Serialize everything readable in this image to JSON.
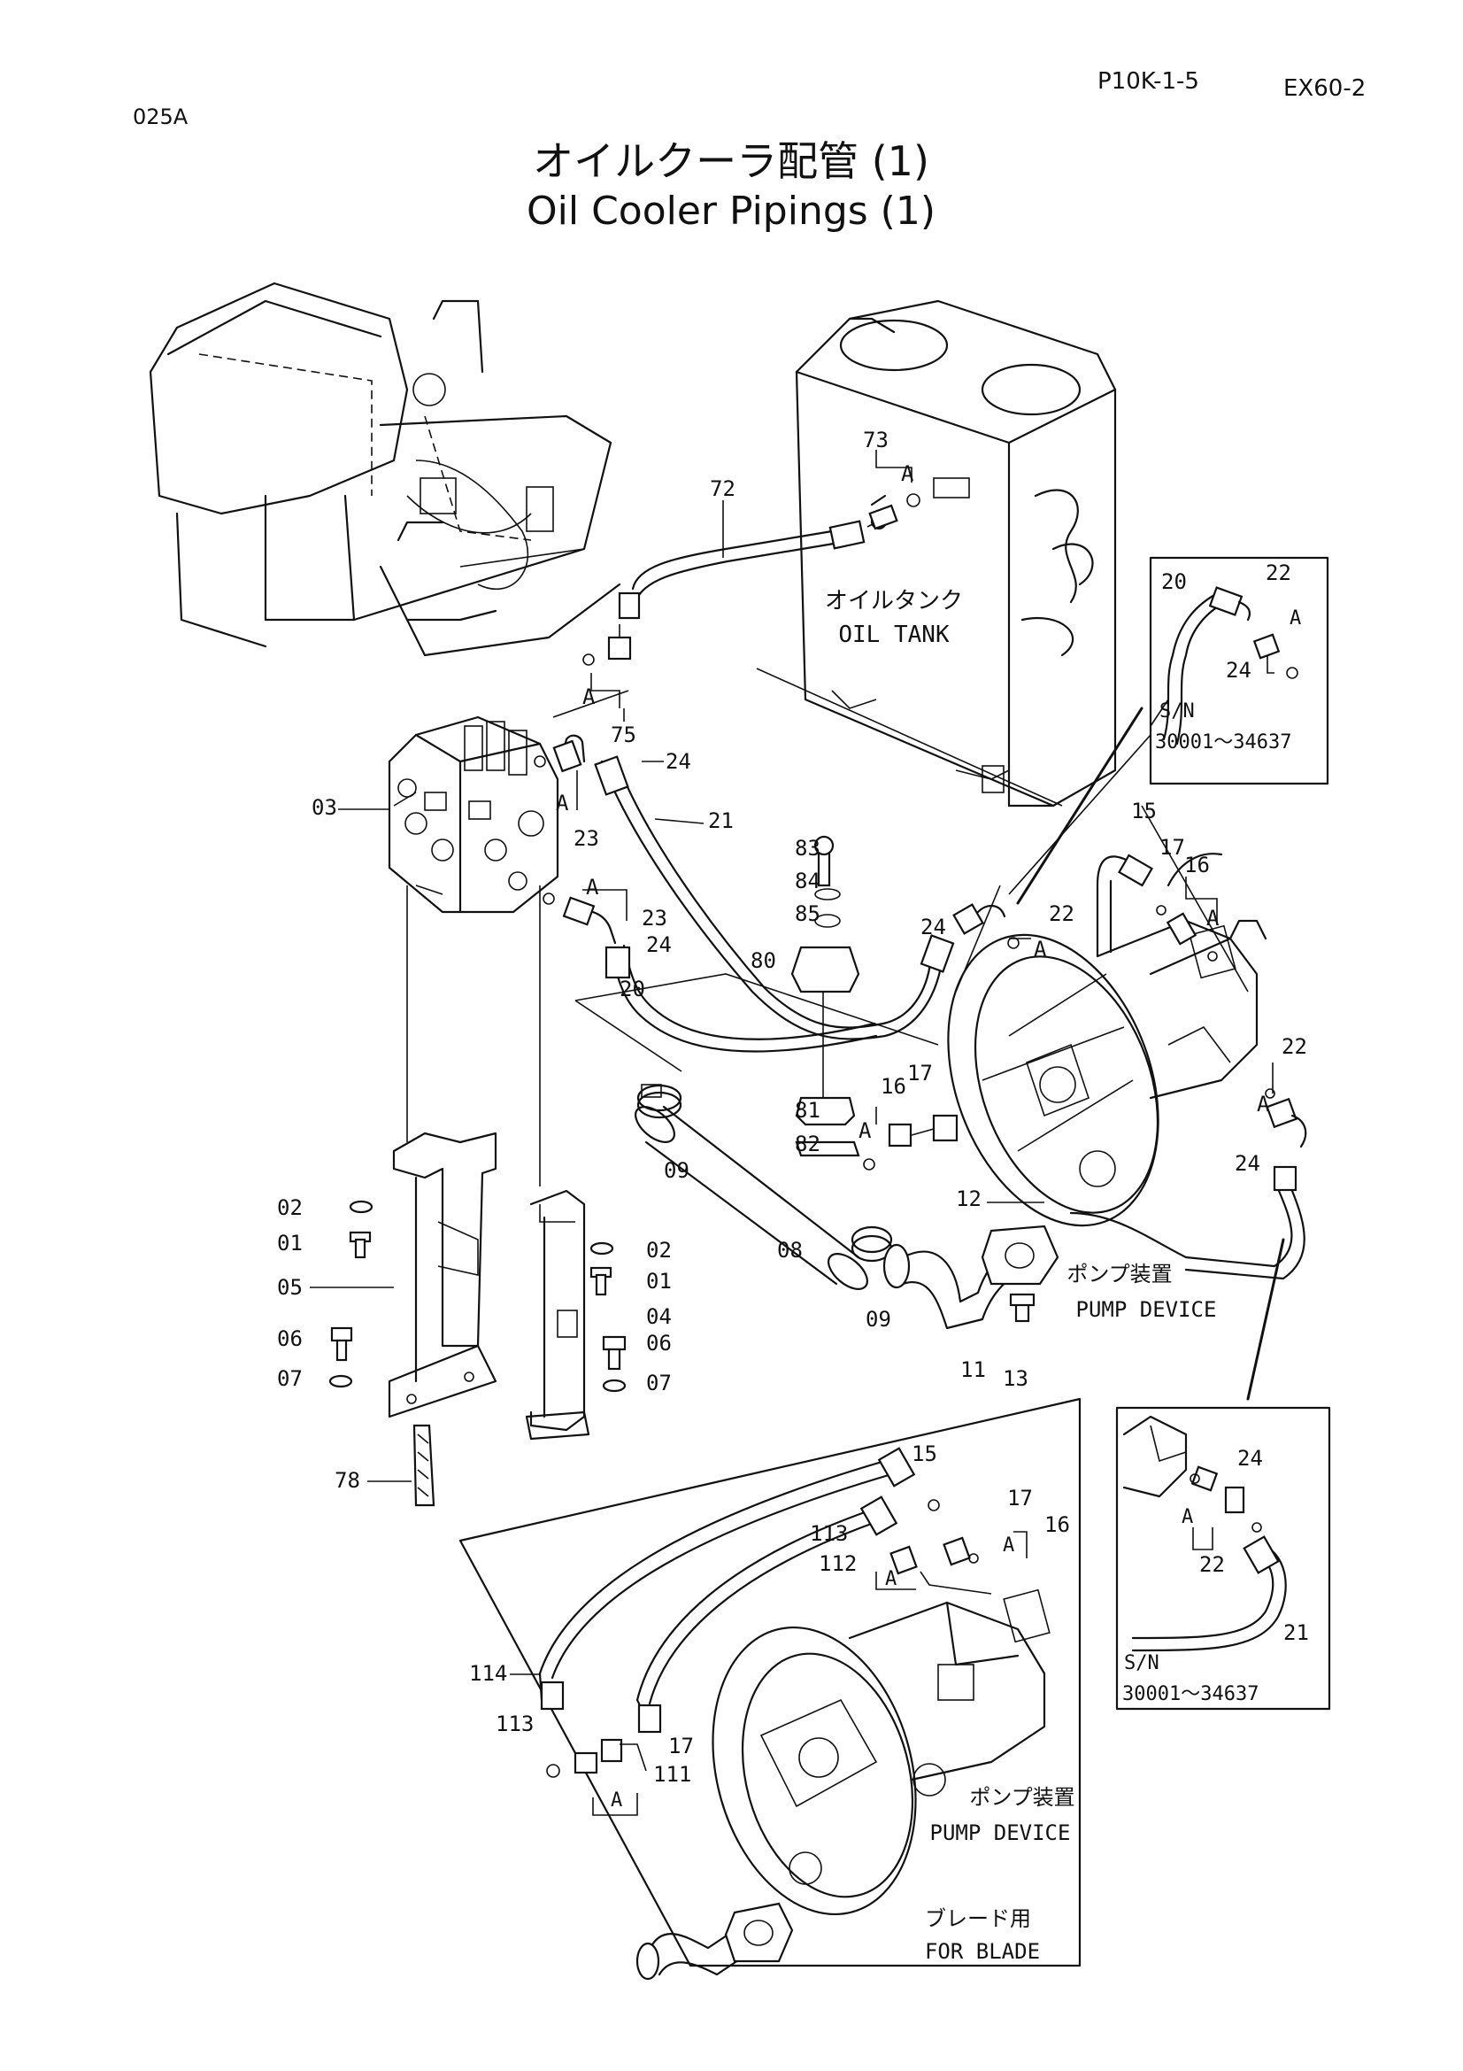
{
  "header": {
    "page_code": "P10K-1-5",
    "model": "EX60-2",
    "fig_no": "025A",
    "title_jp": "オイルクーラ配管 (1)",
    "title_en": "Oil Cooler Pipings (1)"
  },
  "labels": {
    "oil_tank_jp": "オイルタンク",
    "oil_tank_en": "OIL TANK",
    "pump_jp": "ポンプ装置",
    "pump_en": "PUMP DEVICE",
    "blade_jp": "ブレード用",
    "blade_en": "FOR BLADE",
    "sn_label": "S/N",
    "sn_range": "30001～34637",
    "a": "A"
  },
  "parts": [
    "01",
    "02",
    "03",
    "04",
    "05",
    "06",
    "07",
    "08",
    "09",
    "11",
    "12",
    "13",
    "15",
    "16",
    "17",
    "20",
    "21",
    "22",
    "23",
    "24",
    "72",
    "73",
    "75",
    "78",
    "80",
    "81",
    "82",
    "83",
    "84",
    "85",
    "111",
    "112",
    "113",
    "114"
  ]
}
